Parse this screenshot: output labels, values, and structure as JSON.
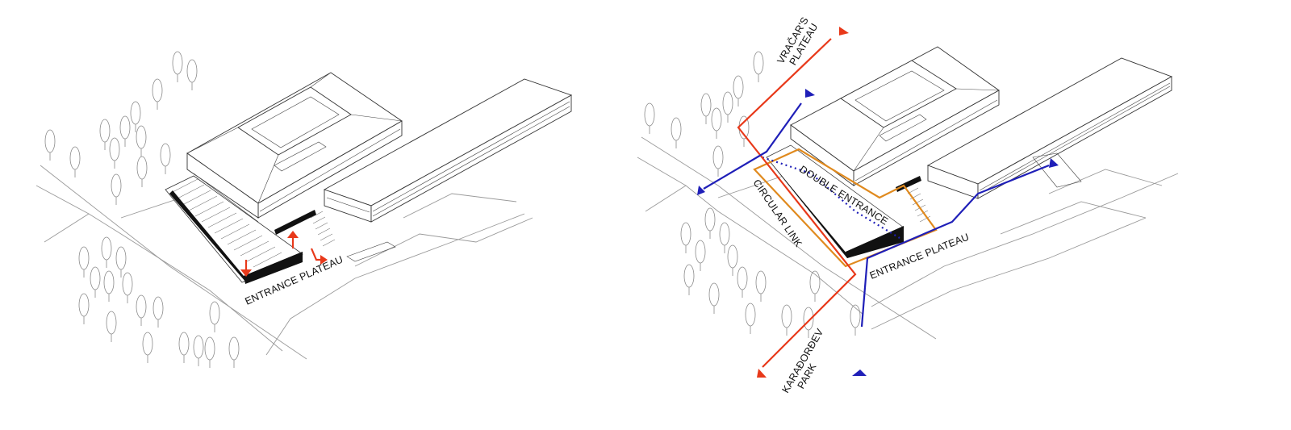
{
  "left_panel": {
    "entrance_plateau_label": "ENTRANCE PLATEAU"
  },
  "right_panel": {
    "vracar_plateau_label": [
      "VRAČAR'S",
      "PLATEAU"
    ],
    "double_entrance_label": "DOUBLE ENTRANCE",
    "circular_link_label": "CIRCULAR LINK",
    "entrance_plateau_label": "ENTRANCE PLATEAU",
    "karadordev_park_label": [
      "KARAĐORĐEV",
      "PARK"
    ]
  },
  "colors": {
    "red_route": "#e8391a",
    "blue_route": "#1f1fb8",
    "orange_outline": "#e08a1e",
    "red_arrow": "#e8391a"
  }
}
